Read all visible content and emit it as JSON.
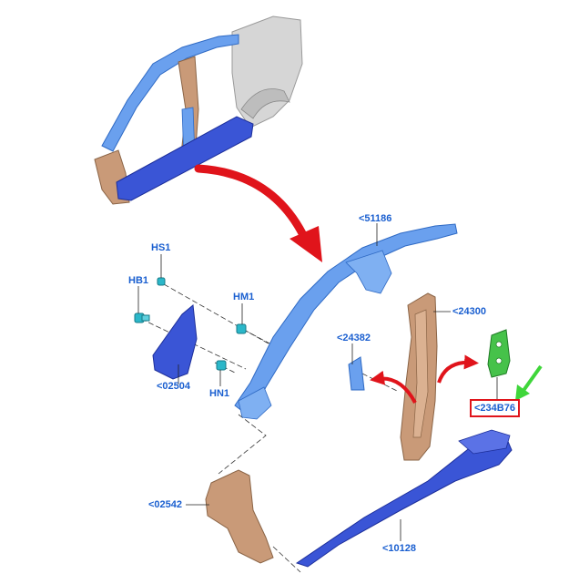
{
  "labels": {
    "hs1": "HS1",
    "hb1": "HB1",
    "hm1": "HM1",
    "hn1": "HN1",
    "p02504": "<02504",
    "p51186": "<51186",
    "p24300": "<24300",
    "p24382": "<24382",
    "p234b76": "<234B76",
    "p02542": "<02542",
    "p10128": "<10128"
  },
  "colors": {
    "callout_text": "#1a5fd0",
    "highlight_box": "#e0141b",
    "arrow_red": "#e0141b",
    "arrow_green": "#3fd63a",
    "panel_blue": "#5b8fe6",
    "sill_blue": "#3a55d6",
    "pillar_tan": "#c99a78",
    "clip_teal": "#2bb7c9",
    "bracket_green": "#46c24a",
    "body_grey": "#d8d8d8"
  },
  "highlighted_part": "<234B76"
}
